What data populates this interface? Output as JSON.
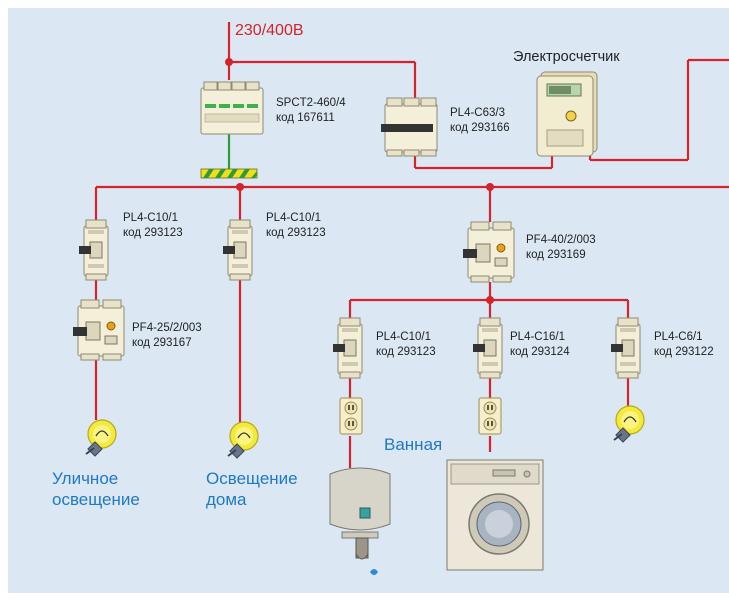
{
  "supply_label": "230/400В",
  "meter_label": "Электросчетчик",
  "devices": {
    "spd": {
      "model": "SPCT2-460/4",
      "code": "код 167611"
    },
    "main_breaker": {
      "model": "PL4-C63/3",
      "code": "код 293166"
    },
    "rcd_main": {
      "model": "PF4-40/2/003",
      "code": "код 293169"
    },
    "breaker_street": {
      "model": "PL4-C10/1",
      "code": "код 293123"
    },
    "rcbo_street": {
      "model": "PF4-25/2/003",
      "code": "код 293167"
    },
    "breaker_house": {
      "model": "PL4-C10/1",
      "code": "код 293123"
    },
    "breaker_heater": {
      "model": "PL4-C10/1",
      "code": "код 293123"
    },
    "breaker_washer": {
      "model": "PL4-C16/1",
      "code": "код 293124"
    },
    "breaker_light": {
      "model": "PL4-C6/1",
      "code": "код 293122"
    }
  },
  "loads": {
    "street_light": "Уличное\nосвещение",
    "house_light": "Освещение\nдома",
    "bathroom": "Ванная"
  },
  "colors": {
    "background": "#dbe8f3",
    "wire": "#d4232b",
    "label_blue": "#1f78c8",
    "device_body": "#f4efd8",
    "ground_stripe_green": "#2f9a3a",
    "ground_stripe_yellow": "#f2df1c"
  },
  "icons": [
    "circuit-breaker-icon",
    "surge-protector-icon",
    "electricity-meter-icon",
    "light-bulb-icon",
    "power-socket-icon",
    "water-heater-icon",
    "washing-machine-icon",
    "ground-bar-icon"
  ]
}
